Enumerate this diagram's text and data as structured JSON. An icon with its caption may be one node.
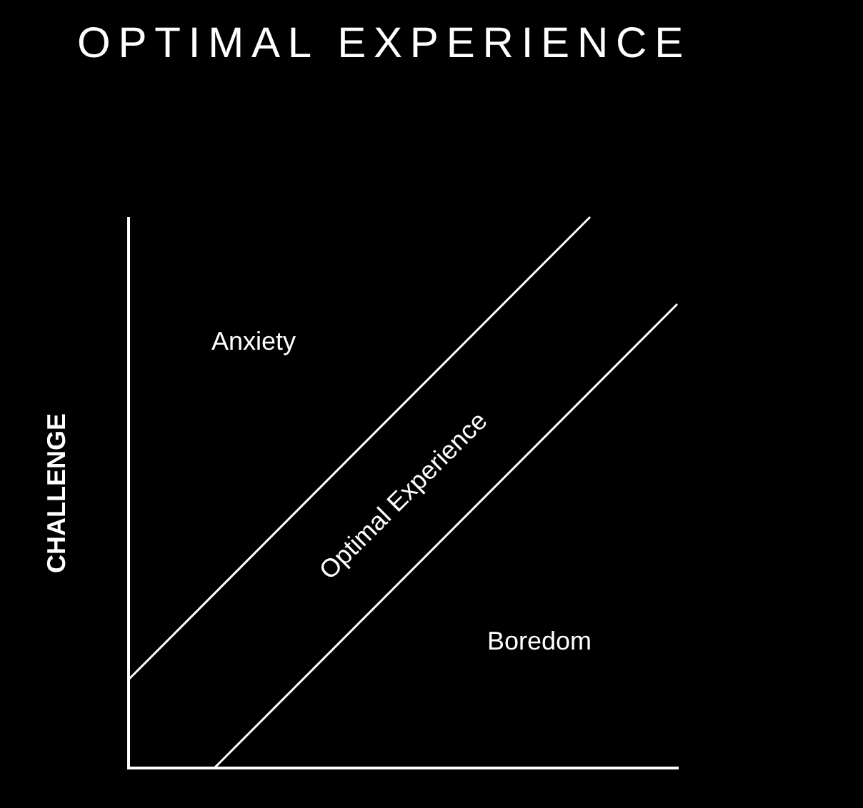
{
  "diagram": {
    "title": "OPTIMAL EXPERIENCE",
    "labels": [
      "Anxiety",
      "Optimal Experience",
      "CHALLENGE",
      "Boredom"
    ]
  }
}
